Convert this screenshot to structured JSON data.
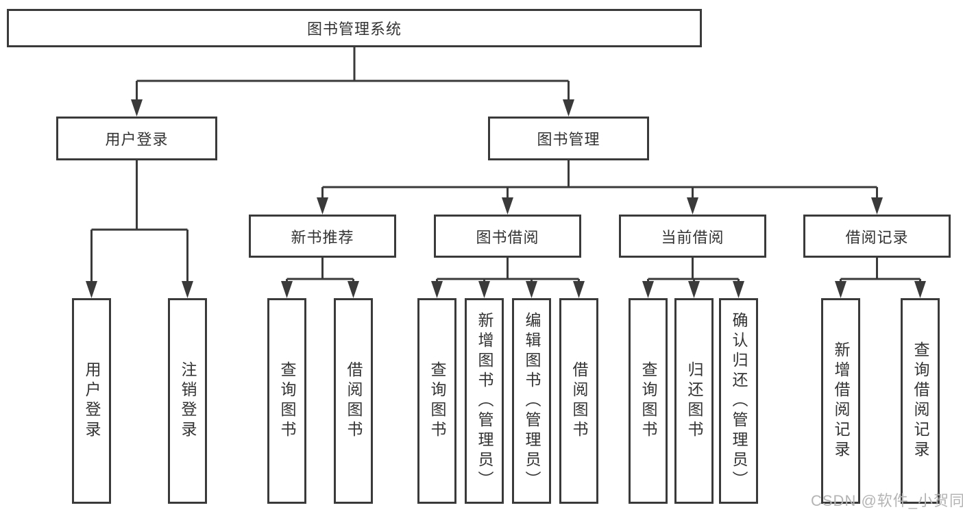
{
  "diagram": {
    "root": "图书管理系统",
    "level2": [
      {
        "label": "用户登录",
        "children": [
          "用户登录",
          "注销登录"
        ]
      },
      {
        "label": "图书管理",
        "children": [
          {
            "label": "新书推荐",
            "children": [
              "查询图书",
              "借阅图书"
            ]
          },
          {
            "label": "图书借阅",
            "children": [
              "查询图书",
              "新增图书（管理员）",
              "编辑图书（管理员）",
              "借阅图书"
            ]
          },
          {
            "label": "当前借阅",
            "children": [
              "查询图书",
              "归还图书",
              "确认归还（管理员）"
            ]
          },
          {
            "label": "借阅记录",
            "children": [
              "新增借阅记录",
              "查询借阅记录"
            ]
          }
        ]
      }
    ]
  },
  "watermark": "CSDN @软件_小贺同学",
  "colors": {
    "line": "#3a3a3a",
    "text": "#333333",
    "watermark": "#b4b4b4",
    "background": "#ffffff"
  }
}
